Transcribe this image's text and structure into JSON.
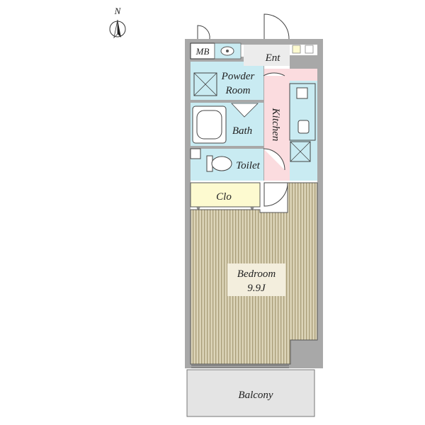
{
  "compass": {
    "label": "N"
  },
  "rooms": {
    "mb": "MB",
    "entrance": "Ent",
    "powder_room_line1": "Powder",
    "powder_room_line2": "Room",
    "bath": "Bath",
    "kitchen": "Kitchen",
    "toilet": "Toilet",
    "closet": "Clo",
    "bedroom": "Bedroom",
    "bedroom_size": "9.9J",
    "balcony": "Balcony"
  },
  "colors": {
    "wall": "#a8a8a8",
    "wet_area": "#c9ebf2",
    "kitchen_floor": "#fbdcdf",
    "closet": "#fdfad0",
    "bedroom_floor": "#dcd4b8",
    "bedroom_stripe": "#a89c78",
    "balcony": "#e4e4e4",
    "entrance": "#ececec",
    "label_bg": "#f3eedd"
  }
}
